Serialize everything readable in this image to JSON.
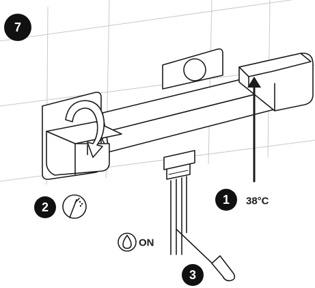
{
  "step_number": "7",
  "callouts": [
    {
      "number": "1",
      "text": "38°C"
    },
    {
      "number": "2",
      "icon": "hand-shower-icon"
    },
    {
      "number": "3",
      "icon": "screwdriver-icon"
    }
  ],
  "water_label": "ON",
  "icons": {
    "water": "water-drop-icon",
    "rotate": "rotate-arrow-icon",
    "push": "up-arrow-icon"
  },
  "colors": {
    "ink": "#1a1a1a",
    "badge": "#111111",
    "tile": "#c8c8c8"
  }
}
